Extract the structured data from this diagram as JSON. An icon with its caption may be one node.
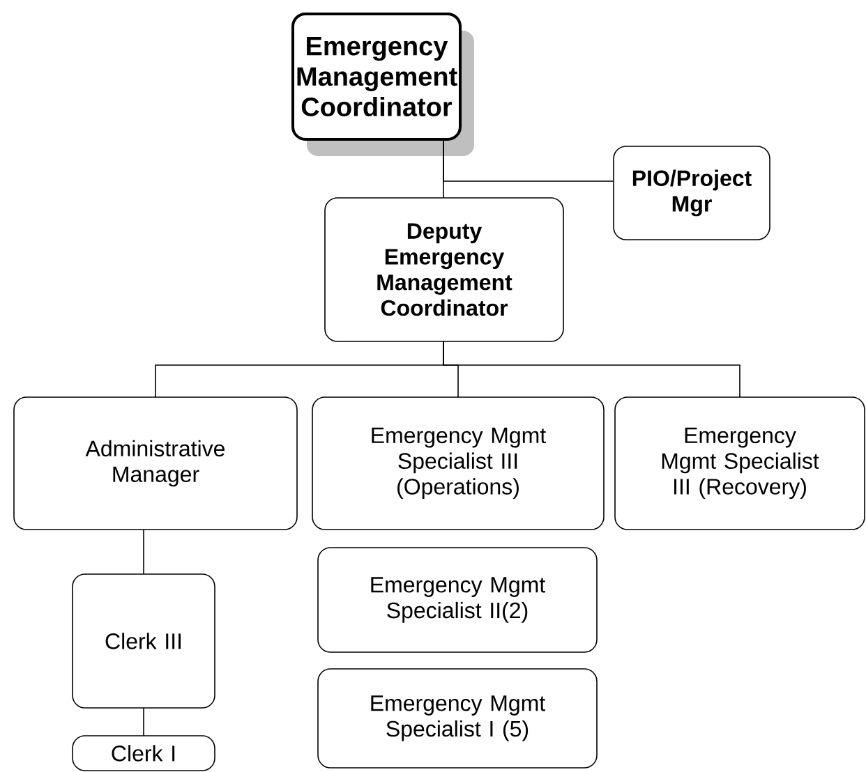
{
  "diagram": {
    "nodes": [
      {
        "text": [
          "Emergency Management Coordinator"
        ]
      },
      {
        "text": [
          "PIO/Project Mgr"
        ]
      },
      {
        "text": [
          "Deputy Emergency Management Coordinator"
        ]
      },
      {
        "text": [
          "Administrative Manager"
        ]
      },
      {
        "text": [
          "Emergency Mgmt Specialist III (Operations)"
        ]
      },
      {
        "text": [
          "Emergency Mgmt Specialist III (Recovery)"
        ]
      },
      {
        "text": [
          "Clerk III"
        ]
      },
      {
        "text": [
          "Clerk I"
        ]
      },
      {
        "text": [
          "Emergency Mgmt Specialist II(2)"
        ]
      },
      {
        "text": [
          "Emergency Mgmt Specialist I (5)"
        ]
      }
    ],
    "edges": [
      {
        "from": 0,
        "to": 2,
        "arrow": "none"
      },
      {
        "from": 0,
        "to": 1,
        "arrow": "none"
      },
      {
        "from": 2,
        "to": 3,
        "arrow": "none"
      },
      {
        "from": 2,
        "to": 4,
        "arrow": "none"
      },
      {
        "from": 2,
        "to": 5,
        "arrow": "none"
      },
      {
        "from": 3,
        "to": 6,
        "arrow": "none"
      },
      {
        "from": 6,
        "to": 7,
        "arrow": "none"
      }
    ]
  }
}
